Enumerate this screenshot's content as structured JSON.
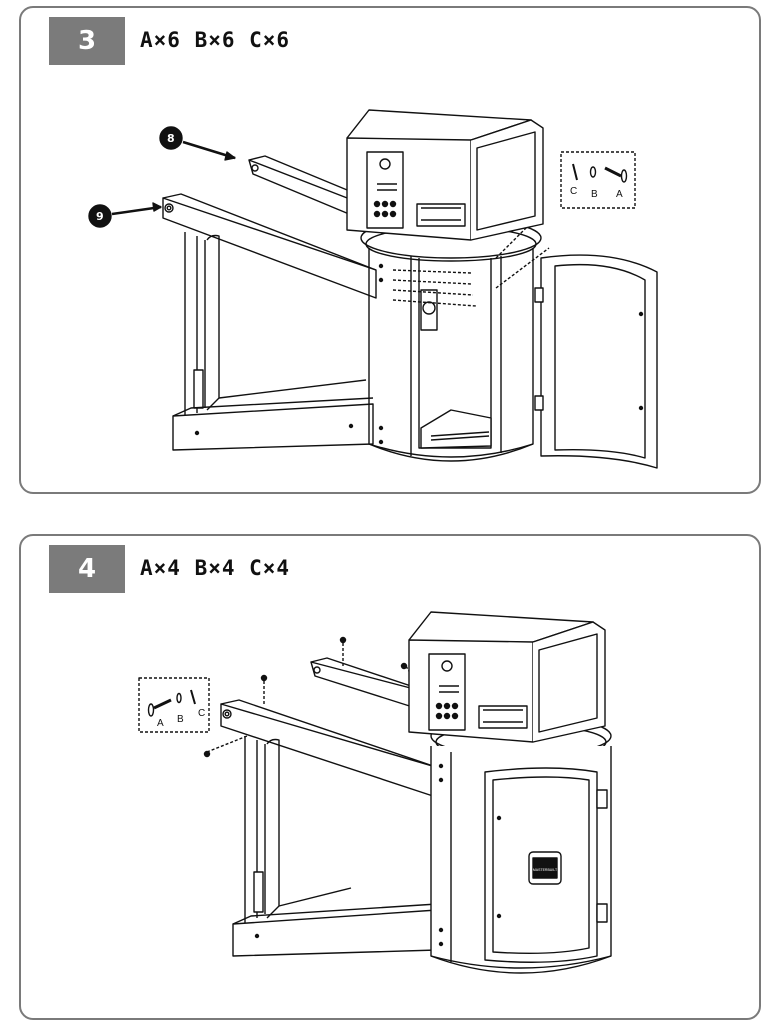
{
  "steps": [
    {
      "number": "3",
      "parts": "A×6  B×6  C×6",
      "callouts": [
        "8",
        "9"
      ],
      "hardware_labels": [
        "C",
        "B",
        "A"
      ]
    },
    {
      "number": "4",
      "parts": "A×4  B×4  C×4",
      "hardware_labels": [
        "A",
        "B",
        "C"
      ],
      "badge_text": "MASTERBUILT"
    }
  ]
}
